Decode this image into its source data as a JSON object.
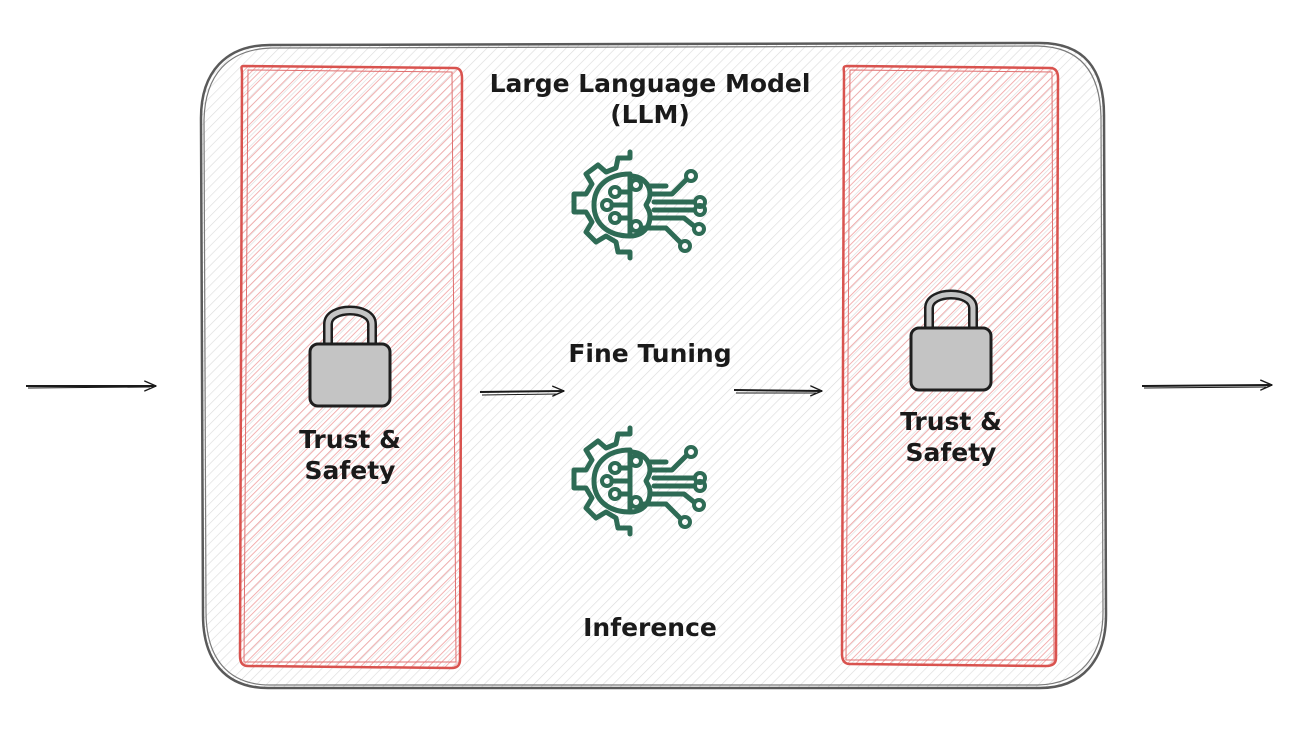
{
  "diagram": {
    "title_line1": "Large Language Model",
    "title_line2": "(LLM)",
    "left_guard": {
      "line1": "Trust &",
      "line2": "Safety",
      "icon": "padlock-icon"
    },
    "right_guard": {
      "line1": "Trust &",
      "line2": "Safety",
      "icon": "padlock-icon"
    },
    "stage_top": {
      "label": "Fine Tuning",
      "icon": "ai-brain-gear-icon"
    },
    "stage_bottom": {
      "label": "Inference",
      "icon": "ai-brain-gear-icon"
    },
    "colors": {
      "guard_fill": "#f3a9a9",
      "guard_stroke": "#d9534f",
      "frame_stroke": "#555555",
      "frame_hatch": "#dddddd",
      "icon_green": "#2e6b55",
      "lock_body": "#c8c8c8",
      "lock_stroke": "#1f1f1f",
      "arrow": "#1a1a1a"
    }
  }
}
